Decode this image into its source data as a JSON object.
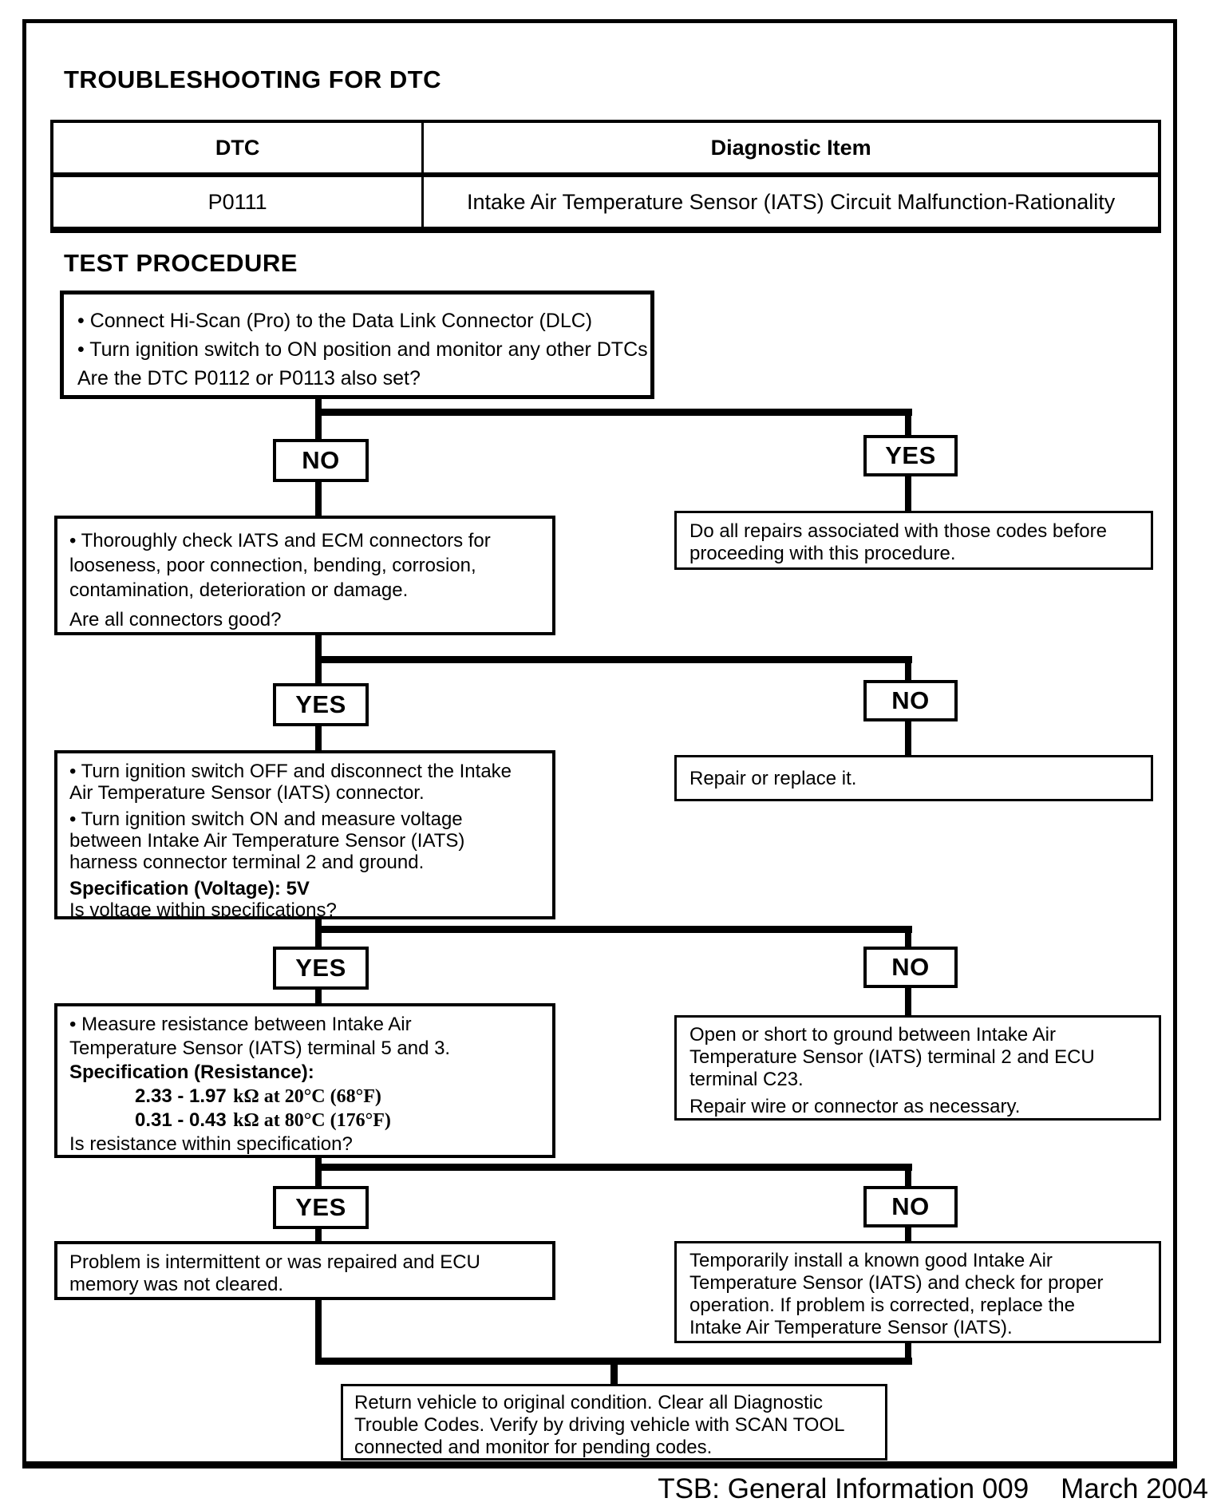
{
  "page": {
    "title": "TROUBLESHOOTING FOR DTC",
    "section_heading": "TEST PROCEDURE",
    "footer_left": "TSB: General Information 009",
    "footer_right": "March 2004"
  },
  "dtc_table": {
    "headers": {
      "dtc": "DTC",
      "diagnostic_item": "Diagnostic Item"
    },
    "row": {
      "dtc": "P0111",
      "diagnostic_item": "Intake Air Temperature Sensor (IATS) Circuit Malfunction-Rationality"
    }
  },
  "labels": {
    "yes": "YES",
    "no": "NO"
  },
  "flowchart": {
    "step1": {
      "lines": [
        "• Connect Hi-Scan (Pro) to the Data Link Connector (DLC)",
        "• Turn ignition switch to ON position and monitor any other DTCs",
        "Are the DTC P0112 or P0113 also set?"
      ]
    },
    "step2": {
      "lines": [
        "• Thoroughly check IATS and ECM connectors for",
        "looseness, poor connection, bending, corrosion,",
        "contamination, deterioration or damage.",
        "Are all connectors good?"
      ]
    },
    "result_yes1": {
      "lines": [
        "Do all repairs associated with those codes before",
        "proceeding with this procedure."
      ]
    },
    "step3": {
      "lines": [
        "• Turn ignition switch OFF and disconnect the Intake",
        "Air Temperature Sensor (IATS) connector.",
        "• Turn ignition switch ON and measure voltage",
        "between Intake Air Temperature Sensor (IATS)",
        "harness connector terminal 2 and ground."
      ],
      "spec": "Specification (Voltage): 5V",
      "question": "Is voltage within specifications?"
    },
    "result_no2": {
      "lines": [
        "Repair or replace it."
      ]
    },
    "step4": {
      "lines": [
        "• Measure resistance between Intake Air",
        "Temperature Sensor (IATS) terminal 5 and 3."
      ],
      "spec_heading": "Specification (Resistance):",
      "spec1_range": "2.33 - 1.97",
      "spec1_unit": "kΩ at 20°C (68°F)",
      "spec2_range": "0.31 - 0.43",
      "spec2_unit": "kΩ at 80°C (176°F)",
      "question": "Is resistance within specification?"
    },
    "result_no3": {
      "lines": [
        "Open or short to ground between Intake Air",
        "Temperature Sensor (IATS) terminal 2 and ECU",
        "terminal C23.",
        "Repair wire or connector as necessary."
      ]
    },
    "step5": {
      "lines": [
        "Problem is intermittent or was repaired and ECU",
        "memory was not cleared."
      ]
    },
    "result_no4": {
      "lines": [
        "Temporarily install a known good Intake Air",
        "Temperature Sensor (IATS) and check for proper",
        "operation. If problem is corrected, replace the",
        "Intake Air Temperature Sensor (IATS)."
      ]
    },
    "final": {
      "lines": [
        "Return vehicle to original condition. Clear all Diagnostic",
        "Trouble Codes. Verify by driving vehicle with SCAN TOOL",
        "connected and monitor for pending codes."
      ]
    }
  }
}
